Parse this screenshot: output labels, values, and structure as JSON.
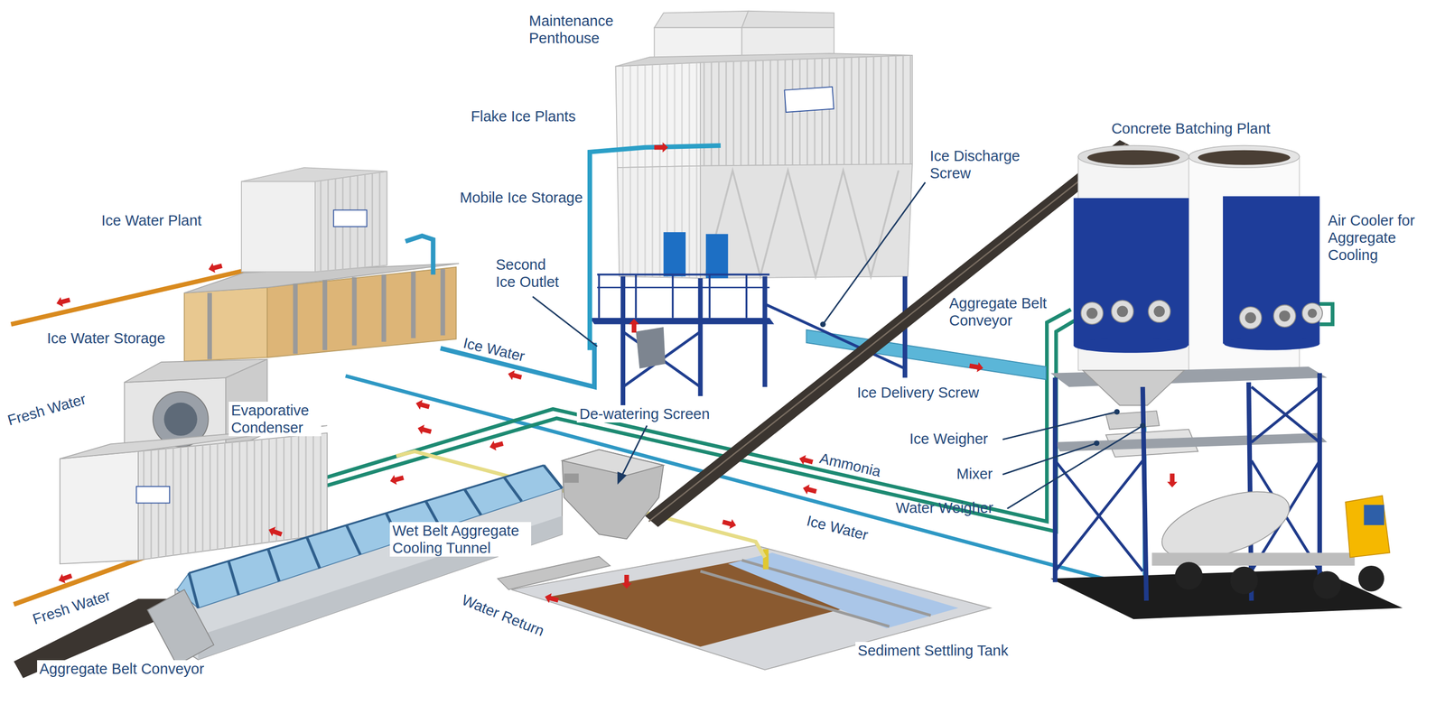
{
  "diagram": {
    "labels": [
      "Maintenance Penthouse",
      "Flake Ice Plants",
      "Concrete Batching Plant",
      "Ice Discharge Screw",
      "Ice Water Plant",
      "Mobile Ice Storage",
      "Air Cooler for Aggregate Cooling",
      "Second Ice Outlet",
      "Aggregate Belt Conveyor",
      "Ice Water Storage",
      "Ice Water",
      "Fresh Water",
      "Evaporative Condenser",
      "Ice Delivery Screw",
      "De-watering Screen",
      "Ice Weigher",
      "Ammonia",
      "Mixer",
      "Water Weigher",
      "Wet Belt Aggregate Cooling Tunnel",
      "Ice Water",
      "Fresh Water",
      "Water Return",
      "Aggregate Belt Conveyor",
      "Sediment Settling Tank"
    ]
  }
}
